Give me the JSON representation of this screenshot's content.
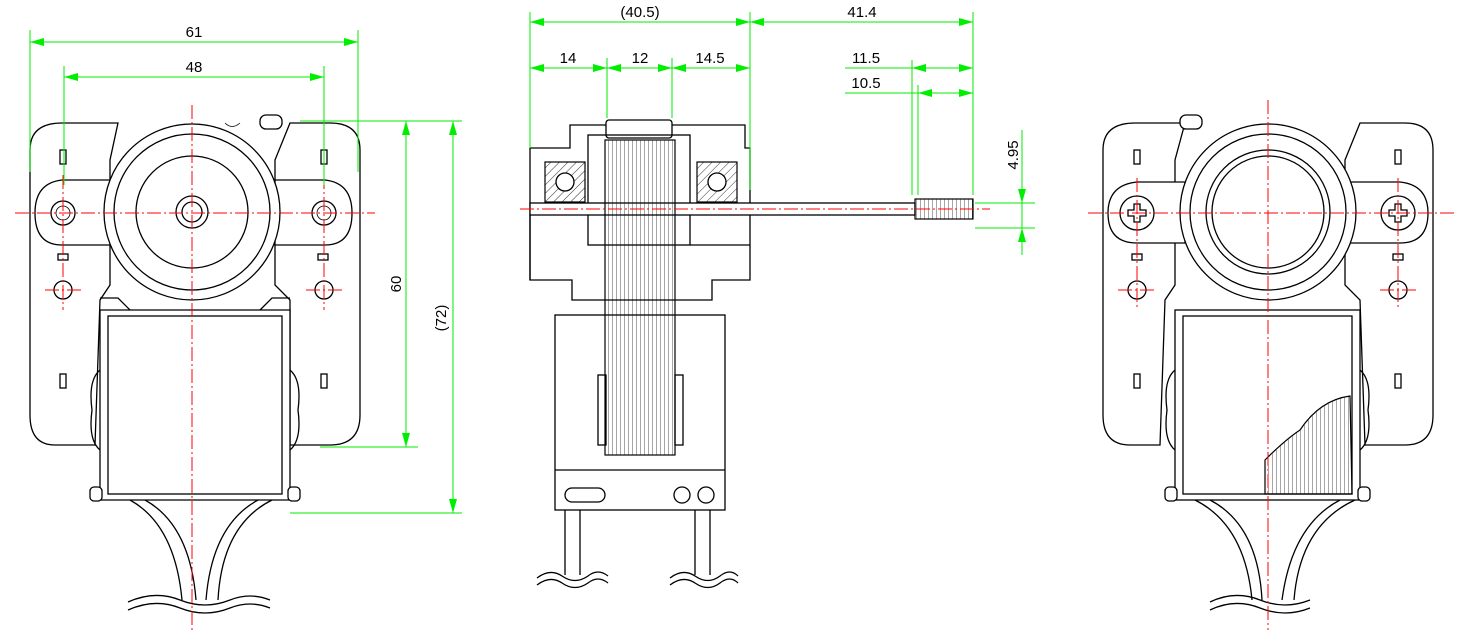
{
  "dimensions": {
    "front_width_outer": "61",
    "front_width_inner": "48",
    "front_height_mount": "60",
    "front_height_total": "(72)",
    "side_width_total": "(40.5)",
    "side_seg_left": "14",
    "side_seg_mid": "12",
    "side_seg_right": "14.5",
    "shaft_length": "41.4",
    "shaft_len_a": "11.5",
    "shaft_len_b": "10.5",
    "shaft_dia": "4.95"
  },
  "colors": {
    "outline": "#000000",
    "centerline": "#ff0000",
    "dimension": "#00ee00",
    "background": "#ffffff"
  }
}
